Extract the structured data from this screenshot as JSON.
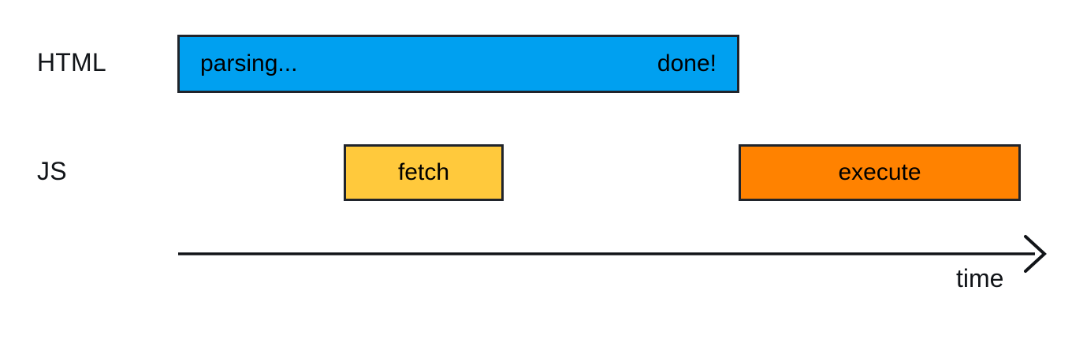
{
  "diagram": {
    "title": "HTML parsing and JavaScript fetch/execute timeline",
    "background": "#ffffff",
    "stroke_color": "#20242b",
    "text_color": "#000000"
  },
  "rows": [
    {
      "label": "HTML"
    },
    {
      "label": "JS"
    }
  ],
  "blocks": {
    "html_parsing": {
      "start_label": "parsing...",
      "end_label": "done!",
      "color": "#00a0f0"
    },
    "js_fetch": {
      "label": "fetch",
      "color": "#ffc93c"
    },
    "js_execute": {
      "label": "execute",
      "color": "#ff8200"
    }
  },
  "axis": {
    "label": "time",
    "direction": "right",
    "arrowhead": "open-chevron",
    "color": "#111418"
  },
  "chart_data": {
    "type": "bar",
    "orientation": "horizontal-timeline",
    "title": "",
    "xlabel": "time",
    "ylabel": "",
    "categories": [
      "HTML",
      "JS"
    ],
    "series": [
      {
        "name": "HTML",
        "segments": [
          {
            "label": "parsing...",
            "end_label": "done!",
            "start": 225,
            "end": 938,
            "color": "#00a0f0"
          }
        ]
      },
      {
        "name": "JS",
        "segments": [
          {
            "label": "fetch",
            "start": 436,
            "end": 639,
            "color": "#ffc93c"
          },
          {
            "label": "execute",
            "start": 937,
            "end": 1295,
            "color": "#ff8200"
          }
        ]
      }
    ],
    "axis_range": [
      225,
      1325
    ],
    "grid": false,
    "legend": "none"
  }
}
